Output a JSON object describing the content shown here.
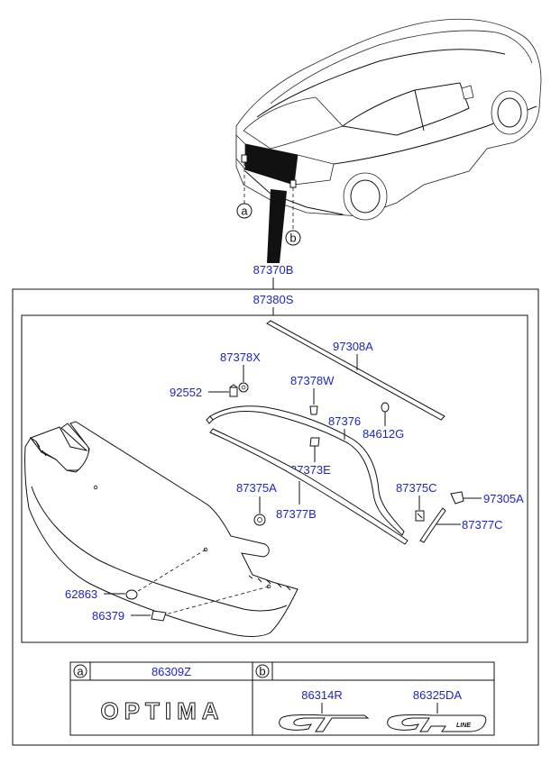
{
  "parts": {
    "p87370B": "87370B",
    "p87380S": "87380S",
    "p97308A": "97308A",
    "p87378X": "87378X",
    "p92552": "92552",
    "p87378W": "87378W",
    "p87376": "87376",
    "p84612G": "84612G",
    "p87373E": "87373E",
    "p87375A": "87375A",
    "p87377B": "87377B",
    "p87375C": "87375C",
    "p97305A": "97305A",
    "p87377C": "87377C",
    "p62863": "62863",
    "p86379": "86379"
  },
  "callouts": {
    "a": "a",
    "b": "b"
  },
  "table": {
    "a_letter": "a",
    "a_part": "86309Z",
    "a_emblem_text": "OPTIMA",
    "b_letter": "b",
    "b_part1": "86314R",
    "b_part2": "86325DA",
    "b_emblem2_small": "LINE"
  },
  "colors": {
    "part_number": "#1d24c8",
    "line": "#111111"
  }
}
